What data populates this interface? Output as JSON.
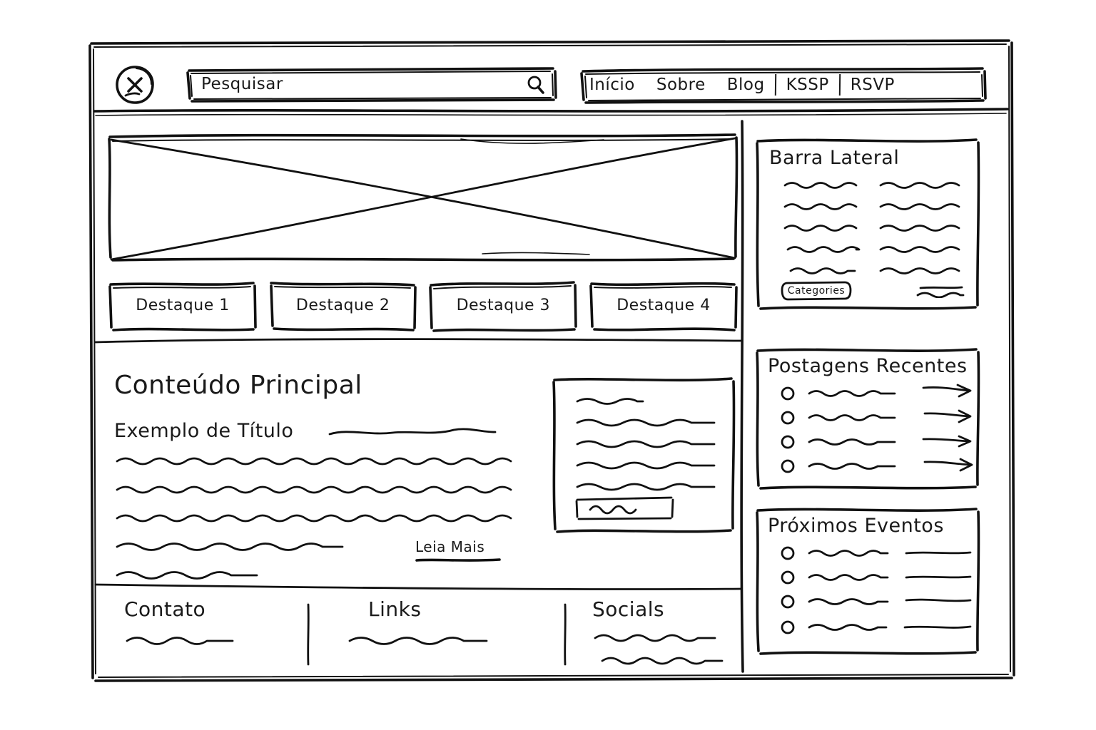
{
  "header": {
    "logo_icon": "close-x-circle-icon",
    "search": {
      "placeholder": "Pesquisar",
      "value": "Pesquisar",
      "icon": "search-icon"
    },
    "nav": {
      "items": [
        {
          "label": "Início",
          "sep_after": false
        },
        {
          "label": "Sobre",
          "sep_after": false
        },
        {
          "label": "Blog",
          "sep_after": true
        },
        {
          "label": "KSSP",
          "sep_after": true
        },
        {
          "label": "RSVP",
          "sep_after": false
        }
      ]
    }
  },
  "hero": {
    "placeholder_icon": "image-placeholder-x-icon"
  },
  "features": [
    {
      "label": "Destaque 1"
    },
    {
      "label": "Destaque 2"
    },
    {
      "label": "Destaque 3"
    },
    {
      "label": "Destaque 4"
    }
  ],
  "main": {
    "title": "Conteúdo Principal",
    "subtitle": "Exemplo de Título",
    "read_more": "Leia Mais",
    "paragraph_line_count": 5,
    "card": {
      "line_count": 5,
      "button_icon": "scribble-button-icon"
    }
  },
  "sidebar": {
    "panels": [
      {
        "title": "Barra Lateral",
        "type": "two-column-lines",
        "left_lines": 5,
        "right_lines": 5,
        "tag": {
          "label": "Categories"
        }
      },
      {
        "title": "Postagens Recentes",
        "type": "bulleted-arrow-list",
        "items": [
          {
            "bullet": "circle-bullet-icon",
            "trailing": "arrow-right-icon"
          },
          {
            "bullet": "circle-bullet-icon",
            "trailing": "arrow-right-icon"
          },
          {
            "bullet": "circle-bullet-icon",
            "trailing": "arrow-right-icon"
          },
          {
            "bullet": "circle-bullet-icon",
            "trailing": "arrow-right-icon"
          }
        ]
      },
      {
        "title": "Próximos Eventos",
        "type": "bulleted-line-list",
        "items": [
          {
            "bullet": "circle-bullet-icon",
            "trailing": "line-placeholder"
          },
          {
            "bullet": "circle-bullet-icon",
            "trailing": "line-placeholder"
          },
          {
            "bullet": "circle-bullet-icon",
            "trailing": "line-placeholder"
          },
          {
            "bullet": "circle-bullet-icon",
            "trailing": "line-placeholder"
          }
        ]
      }
    ]
  },
  "footer": {
    "columns": [
      {
        "title": "Contato",
        "lines": 1
      },
      {
        "title": "Links",
        "lines": 1
      },
      {
        "title": "Socials",
        "lines": 2
      }
    ]
  },
  "colors": {
    "ink": "#111111",
    "paper": "#ffffff"
  }
}
